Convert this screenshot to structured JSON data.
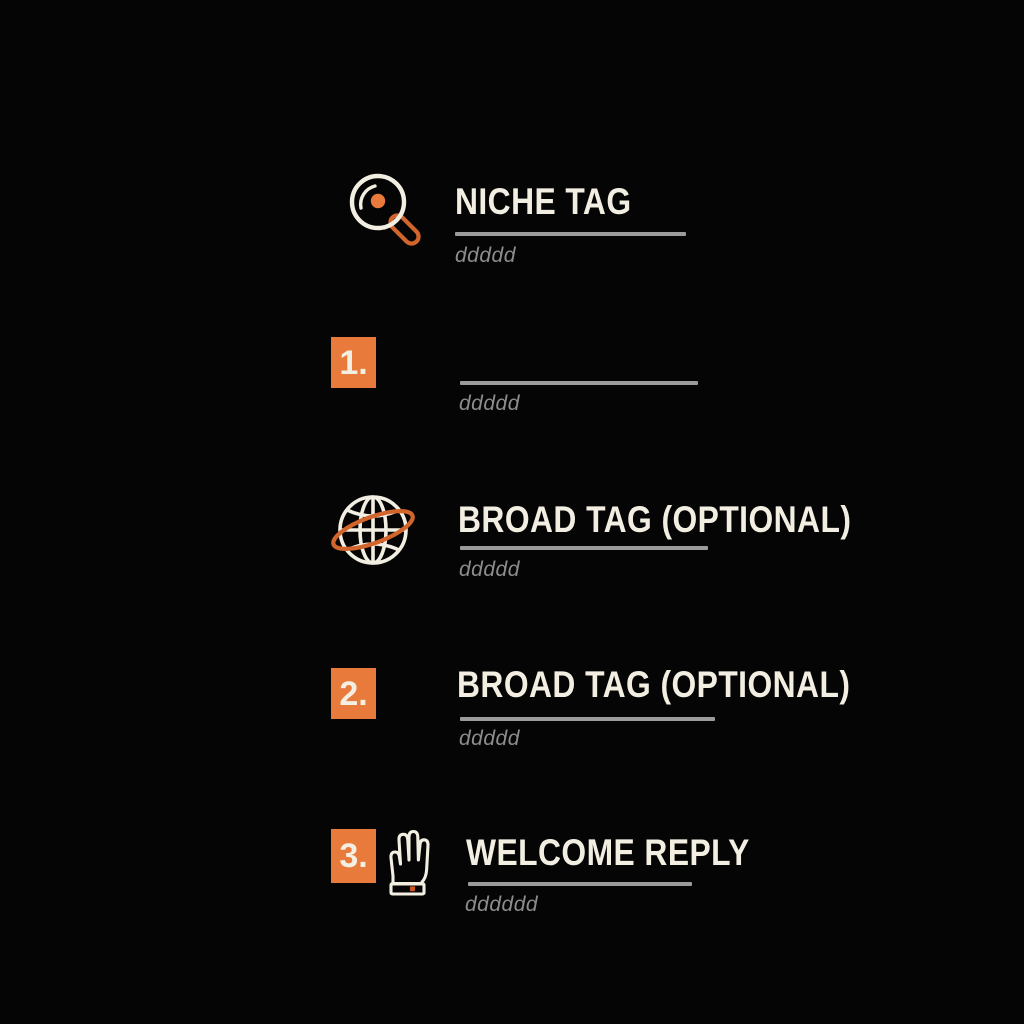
{
  "page": {
    "background_color": "#050505",
    "accent_color": "#E87B3C",
    "heading_color": "#F2EEE1",
    "rule_color": "#9B9B9B",
    "sub_color": "#8D8D8D"
  },
  "rows": [
    {
      "id": "row1",
      "icon": "magnifying-glass-icon",
      "badge": null,
      "heading": "NICHE TAG",
      "sub": "ddddd"
    },
    {
      "id": "row2",
      "icon": null,
      "badge": "1.",
      "heading": "",
      "sub": "ddddd"
    },
    {
      "id": "row3",
      "icon": "globe-icon",
      "badge": null,
      "heading": "BROAD TAG (OPTIONAL)",
      "sub": "ddddd"
    },
    {
      "id": "row4",
      "icon": null,
      "badge": "2.",
      "heading": "BROAD TAG (OPTIONAL)",
      "sub": "ddddd"
    },
    {
      "id": "row5",
      "icon": "waving-hand-icon",
      "badge": "3.",
      "heading": "WELCOME REPLY",
      "sub": "dddddd"
    }
  ]
}
